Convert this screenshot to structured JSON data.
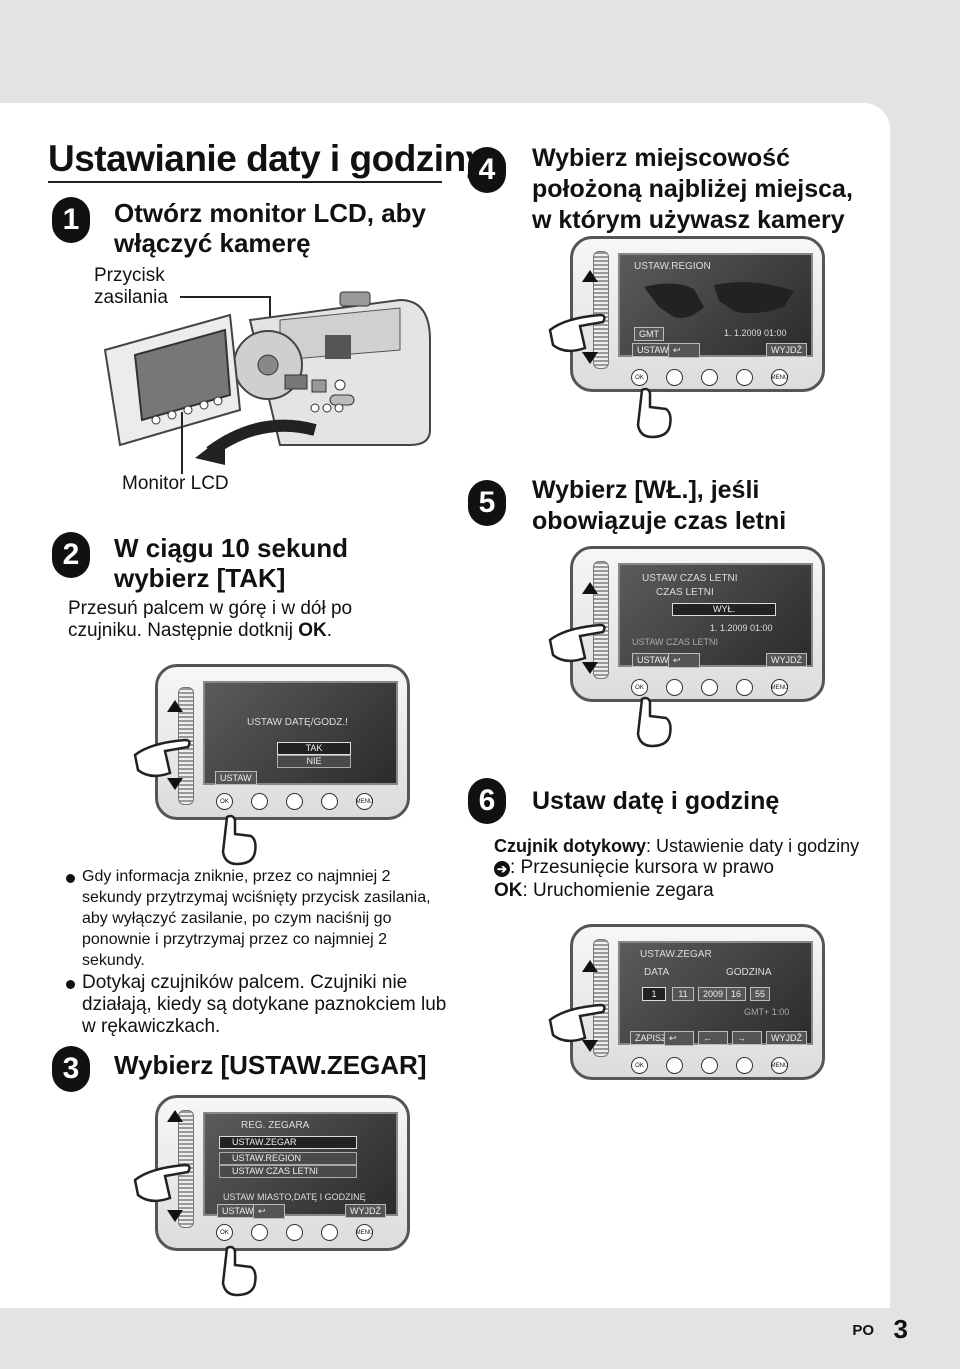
{
  "title": "Ustawianie daty i godziny",
  "footer": {
    "code": "PO",
    "page": "3"
  },
  "steps": {
    "s1": {
      "num": "1",
      "head": "Otwórz monitor LCD, aby włączyć kamerę",
      "power_label": "Przycisk zasilania",
      "lcd_label": "Monitor LCD"
    },
    "s2": {
      "num": "2",
      "head": "W ciągu 10 sekund wybierz [TAK]",
      "text": "Przesuń palcem w górę i w dół po czujniku. Następnie dotknij ",
      "ok": "OK",
      "dot": "."
    },
    "s3": {
      "num": "3",
      "head": "Wybierz [USTAW.ZEGAR]"
    },
    "s4": {
      "num": "4",
      "head": "Wybierz miejscowość położoną najbliżej miejsca, w którym używasz kamery"
    },
    "s5": {
      "num": "5",
      "head": "Wybierz [WŁ.], jeśli obowiązuje czas letni"
    },
    "s6": {
      "num": "6",
      "head": "Ustaw datę i godzinę",
      "l1a": "Czujnik dotykowy",
      "l1b": ": Ustawienie daty i godziny",
      "l2": ": Przesunięcie kursora w prawo",
      "l3a": "OK",
      "l3b": ": Uruchomienie zegara"
    }
  },
  "bullets": [
    "Gdy informacja zniknie, przez co najmniej 2 sekundy przytrzymaj wciśnięty przycisk zasilania, aby wyłączyć zasilanie, po czym naciśnij go ponownie i przytrzymaj przez co najmniej 2 sekundy.",
    "Dotykaj czujników palcem. Czujniki nie działają, kiedy są dotykane paznokciem lub w rękawiczkach."
  ],
  "screens": {
    "buttons": {
      "ok": "OK",
      "menu": "MENU"
    },
    "sc2": {
      "title": "USTAW DATĘ/GODZ.!",
      "yes": "TAK",
      "no": "NIE",
      "set": "USTAW"
    },
    "sc3": {
      "head": "REG. ZEGARA",
      "item1": "USTAW.ZEGAR",
      "item2": "USTAW.REGION",
      "item3": "USTAW CZAS LETNI",
      "info": "USTAW MIASTO,DATĘ I GODZINĘ",
      "set": "USTAW",
      "exit": "WYJDŹ"
    },
    "sc4": {
      "title": "USTAW.REGION",
      "gmt": "GMT",
      "datetime": "1. 1.2009  01:00",
      "set": "USTAW",
      "exit": "WYJDŹ"
    },
    "sc5": {
      "title": "USTAW CZAS LETNI",
      "sub": "CZAS LETNI",
      "value": "WYŁ.",
      "datetime": "1. 1.2009  01:00",
      "info": "USTAW CZAS LETNI",
      "set": "USTAW",
      "exit": "WYJDŹ"
    },
    "sc6": {
      "title": "USTAW.ZEGAR",
      "date": "DATA",
      "time": "GODZINA",
      "d": "1",
      "m": "11",
      "y": "2009",
      "h": "16",
      "min": "55",
      "gmt": "GMT+  1:00",
      "save": "ZAPISZ",
      "exit": "WYJDŹ"
    }
  }
}
